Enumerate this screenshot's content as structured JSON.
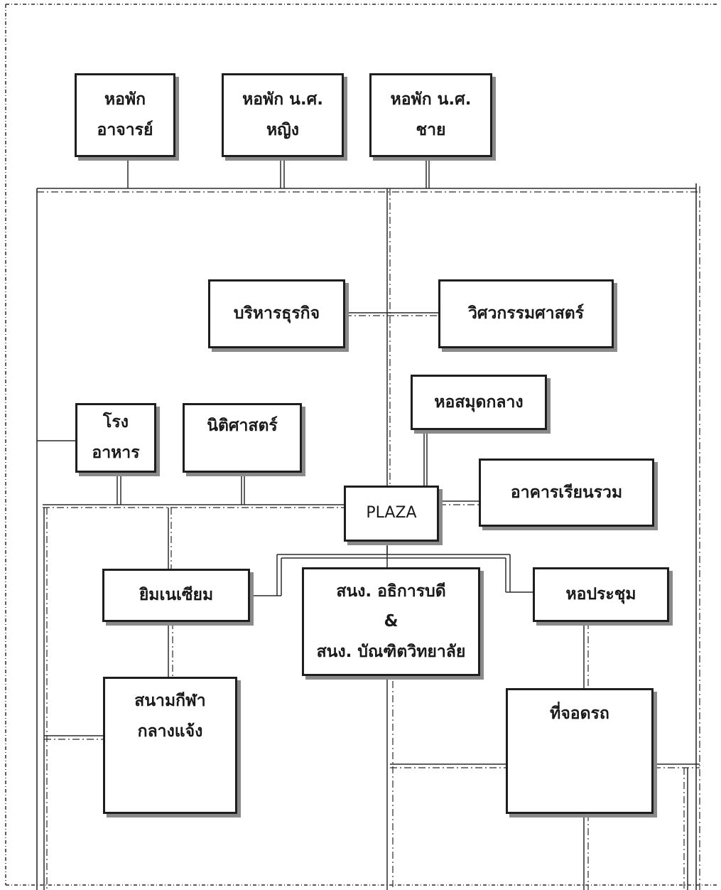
{
  "buildings": {
    "dorm_faculty": {
      "line1": "หอพัก",
      "line2": "อาจารย์"
    },
    "dorm_female": {
      "line1": "หอพัก น.ศ.",
      "line2": "หญิง"
    },
    "dorm_male": {
      "line1": "หอพัก น.ศ.",
      "line2": "ชาย"
    },
    "business_admin": "บริหารธุรกิจ",
    "engineering": "วิศวกรรมศาสตร์",
    "central_library": "หอสมุดกลาง",
    "canteen": {
      "line1": "โรง",
      "line2": "อาหาร"
    },
    "law": "นิติศาสตร์",
    "plaza": "PLAZA",
    "classroom_building": "อาคารเรียนรวม",
    "gymnasium": "ยิมเนเซียม",
    "admin_office": {
      "line1": "สนง. อธิการบดี",
      "line2": "&",
      "line3": "สนง. บัณฑิตวิทยาลัย"
    },
    "auditorium": "หอประชุม",
    "sports_field": {
      "line1": "สนามกีฬา",
      "line2": "กลางแจ้ง"
    },
    "parking": "ที่จอดรถ"
  },
  "colors": {
    "border": "#1e1e1e",
    "shadow": "#8a8a8a",
    "line": "#2a2a2a",
    "page": "#ffffff"
  }
}
